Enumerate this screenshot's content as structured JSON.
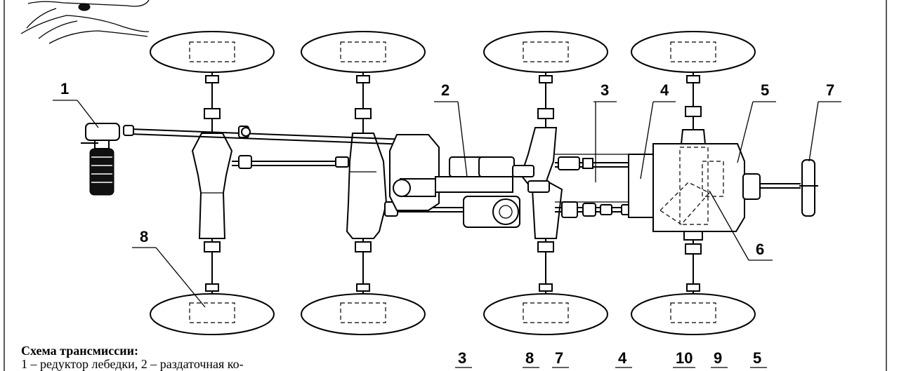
{
  "caption": {
    "title": "Схема трансмиссии:",
    "line1": "1 – редуктор лебедки, 2 – раздаточная ко-"
  },
  "callouts": {
    "c1": "1",
    "c2": "2",
    "c3": "3",
    "c4": "4",
    "c5": "5",
    "c6": "6",
    "c7": "7",
    "c8": "8"
  },
  "bottom_labels": [
    "3",
    "8",
    "7",
    "4",
    "10",
    "9",
    "5"
  ]
}
